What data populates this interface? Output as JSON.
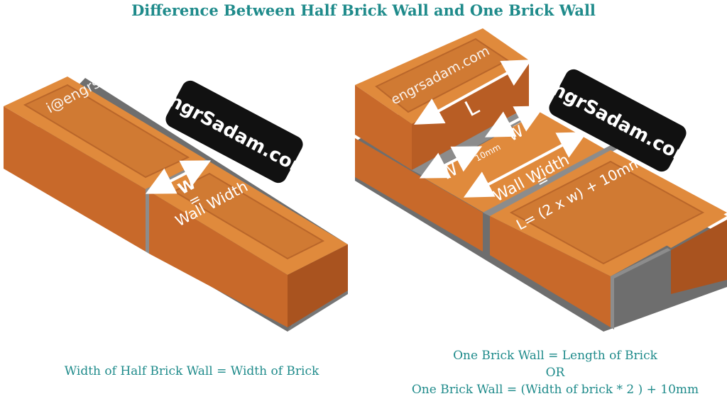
{
  "title": "Difference Between Half Brick Wall and One Brick Wall",
  "left_diagram": {
    "watermark_text": "i@engrsadam.com",
    "dimension_w": "W",
    "equals": "=",
    "wall_width_label": "Wall Width",
    "caption": "Width of Half Brick Wall = Width of Brick"
  },
  "right_diagram": {
    "watermark_text": "engrsadam.com",
    "dimension_l": "L",
    "dimension_w_left": "W",
    "dimension_w_right": "W",
    "joint_label": "10mm",
    "wall_width_label": "Wall Width",
    "equals": "=",
    "formula": "L= (2 x w) + 10mm",
    "caption_line1": "One Brick Wall = Length of Brick",
    "caption_line2": "OR",
    "caption_line3": "One Brick Wall = (Width of brick * 2 ) + 10mm"
  },
  "logo_text": "EngrSadam.com",
  "colors": {
    "title": "#1f8b8b",
    "brick_top": "#e08a3c",
    "brick_front": "#c8692a",
    "brick_side": "#a9531f",
    "mortar": "#8c8c8c",
    "arrow": "#ffffff"
  }
}
